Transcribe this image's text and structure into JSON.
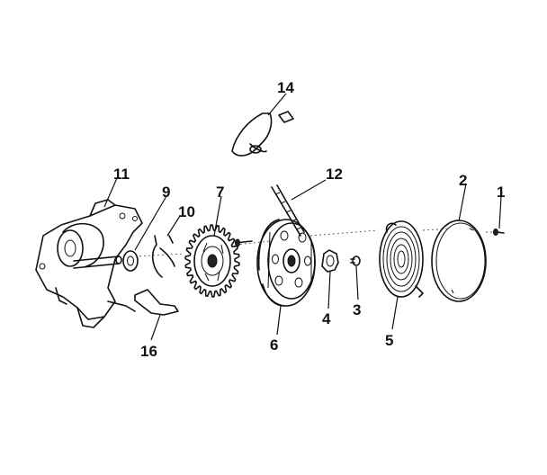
{
  "labels": {
    "p1": "1",
    "p2": "2",
    "p3": "3",
    "p4": "4",
    "p5": "5",
    "p6": "6",
    "p7": "7",
    "p9": "9",
    "p10": "10",
    "p11": "11",
    "p12": "12",
    "p14": "14",
    "p16": "16"
  },
  "colors": {
    "ink": "#111111",
    "background": "#ffffff"
  }
}
